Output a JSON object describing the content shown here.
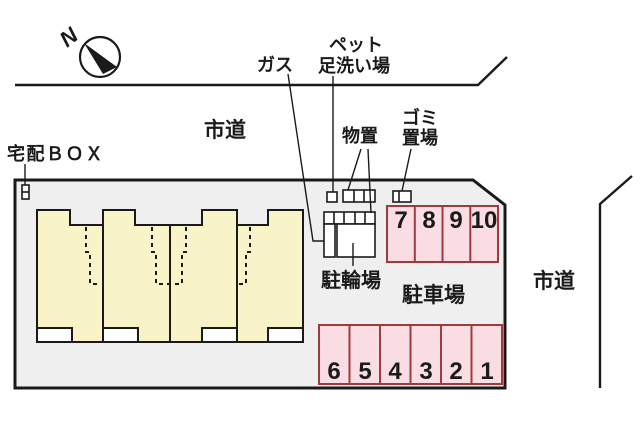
{
  "colors": {
    "line": "#1a1a1a",
    "property_fill": "#efefef",
    "building_fill": "#f9f3c8",
    "parking_fill": "#fadde2",
    "parking_border": "#a03a3e",
    "structure_fill": "#ffffff",
    "background": "#ffffff"
  },
  "compass": {
    "label": "N"
  },
  "roads": {
    "top": "市道",
    "right": "市道"
  },
  "labels": {
    "delivery_box": "宅配ＢＯＸ",
    "gas": "ガス",
    "pet_wash_1": "ペット",
    "pet_wash_2": "足洗い場",
    "storage": "物置",
    "garbage_1": "ゴミ",
    "garbage_2": "置場",
    "bicycle_parking": "駐輪場",
    "car_parking": "駐車場"
  },
  "parking": {
    "top_row": [
      "7",
      "8",
      "9",
      "10"
    ],
    "bottom_row": [
      "6",
      "5",
      "4",
      "3",
      "2",
      "1"
    ]
  }
}
